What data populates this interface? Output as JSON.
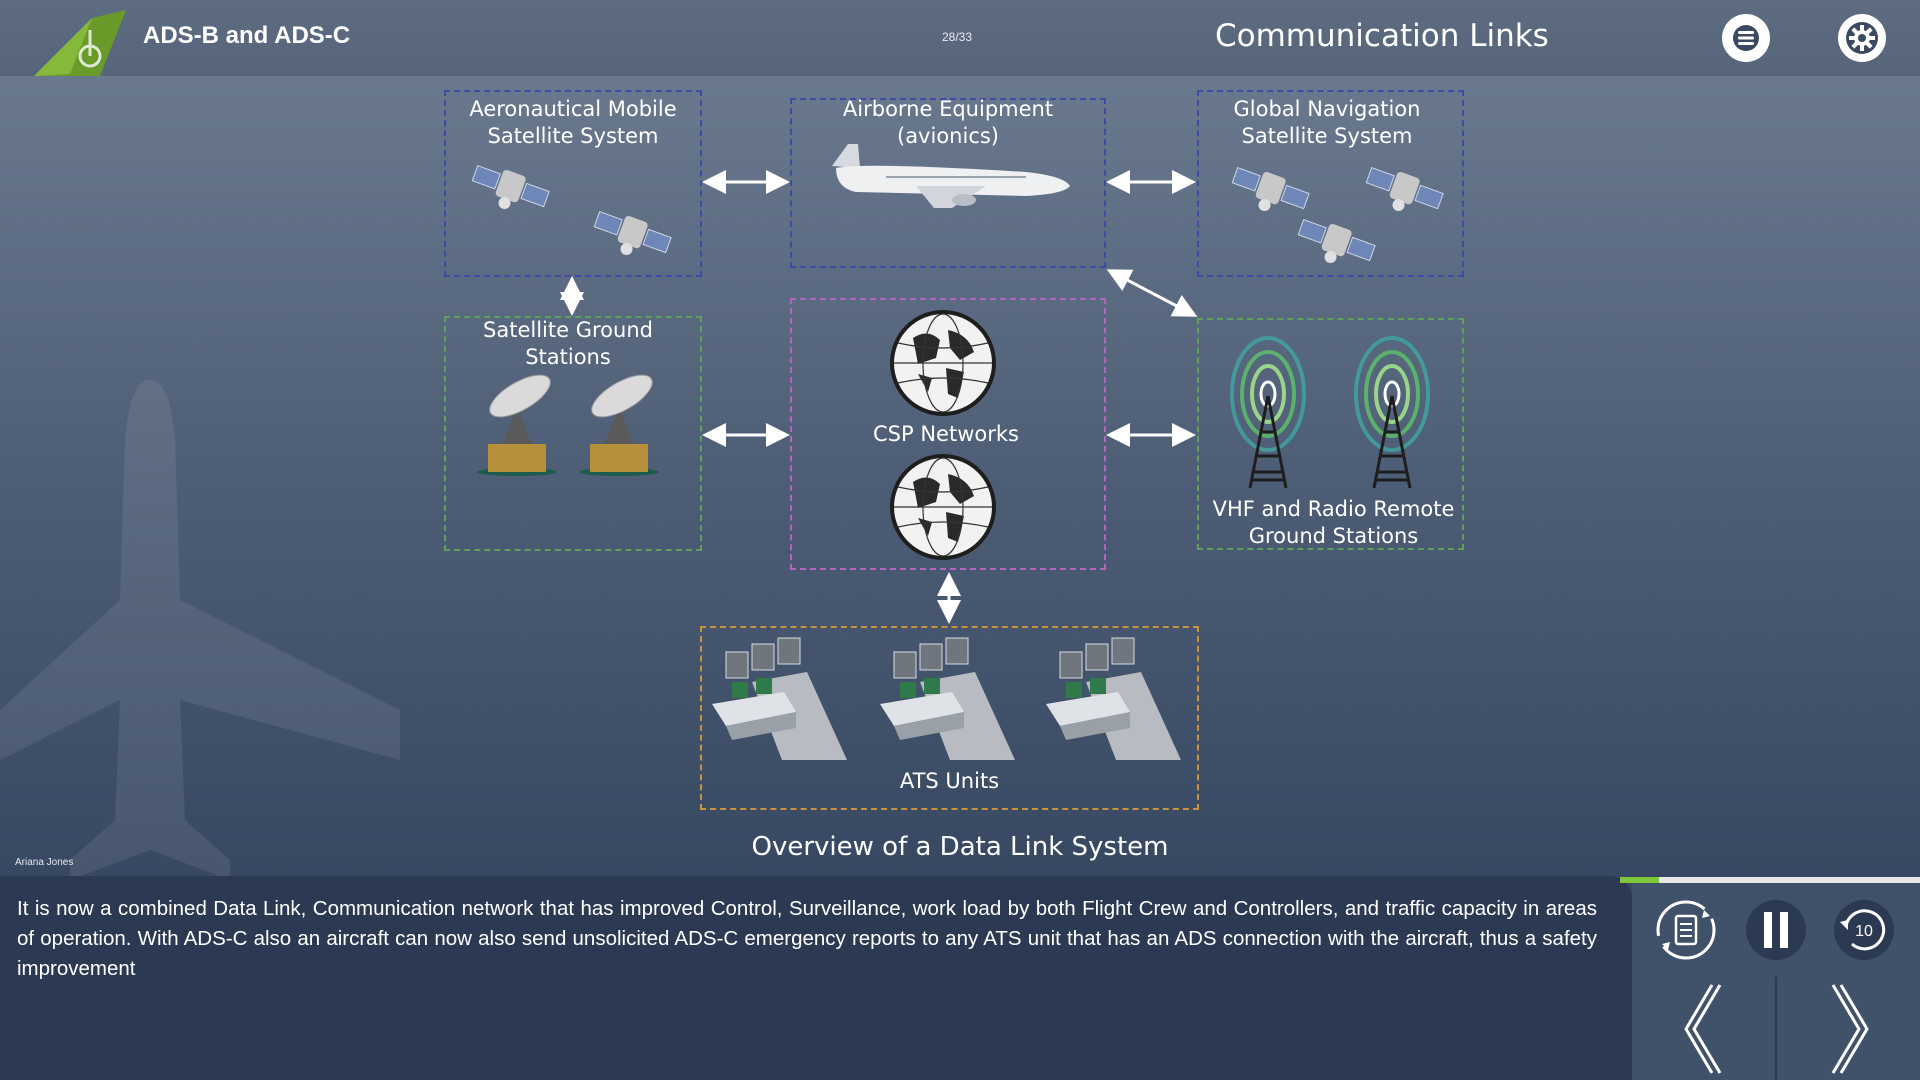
{
  "header": {
    "course_title": "ADS-B and ADS-C",
    "page_counter": "28/33",
    "slide_title": "Communication Links",
    "menu_icon": "hamburger-menu-icon",
    "settings_icon": "gear-icon"
  },
  "diagram": {
    "amss_label": "Aeronautical Mobile\nSatellite System",
    "airborne_label": "Airborne Equipment\n(avionics)",
    "gnss_label": "Global Navigation\nSatellite System",
    "sgs_label": "Satellite Ground\nStations",
    "csp_label": "CSP Networks",
    "vhf_label": "VHF and Radio Remote\nGround Stations",
    "ats_label": "ATS Units",
    "caption": "Overview of a Data Link System"
  },
  "author": "Ariana Jones",
  "narration": {
    "text": "It is now a combined Data Link, Communication network that has improved Control, Surveillance, work load by both Flight Crew and Controllers, and traffic capacity in areas of operation. With ADS-C also an aircraft can now also send unsolicited ADS-C emergency reports to any ATS unit that has an ADS connection with the aircraft, thus a safety improvement"
  },
  "player": {
    "progress_fraction": 0.13,
    "replay_icon": "replay-transcript-icon",
    "pause_icon": "pause-icon",
    "rewind_icon": "rewind-10-icon",
    "rewind_seconds": "10",
    "prev_icon": "chevron-left-icon",
    "next_icon": "chevron-right-icon"
  },
  "colors": {
    "accent_green": "#7fc73a",
    "logo_green": "#6a9a2a",
    "box_blue": "#3c4aa8",
    "box_green": "#5fa05a",
    "box_magenta": "#b565c0",
    "box_orange": "#c9923c"
  }
}
